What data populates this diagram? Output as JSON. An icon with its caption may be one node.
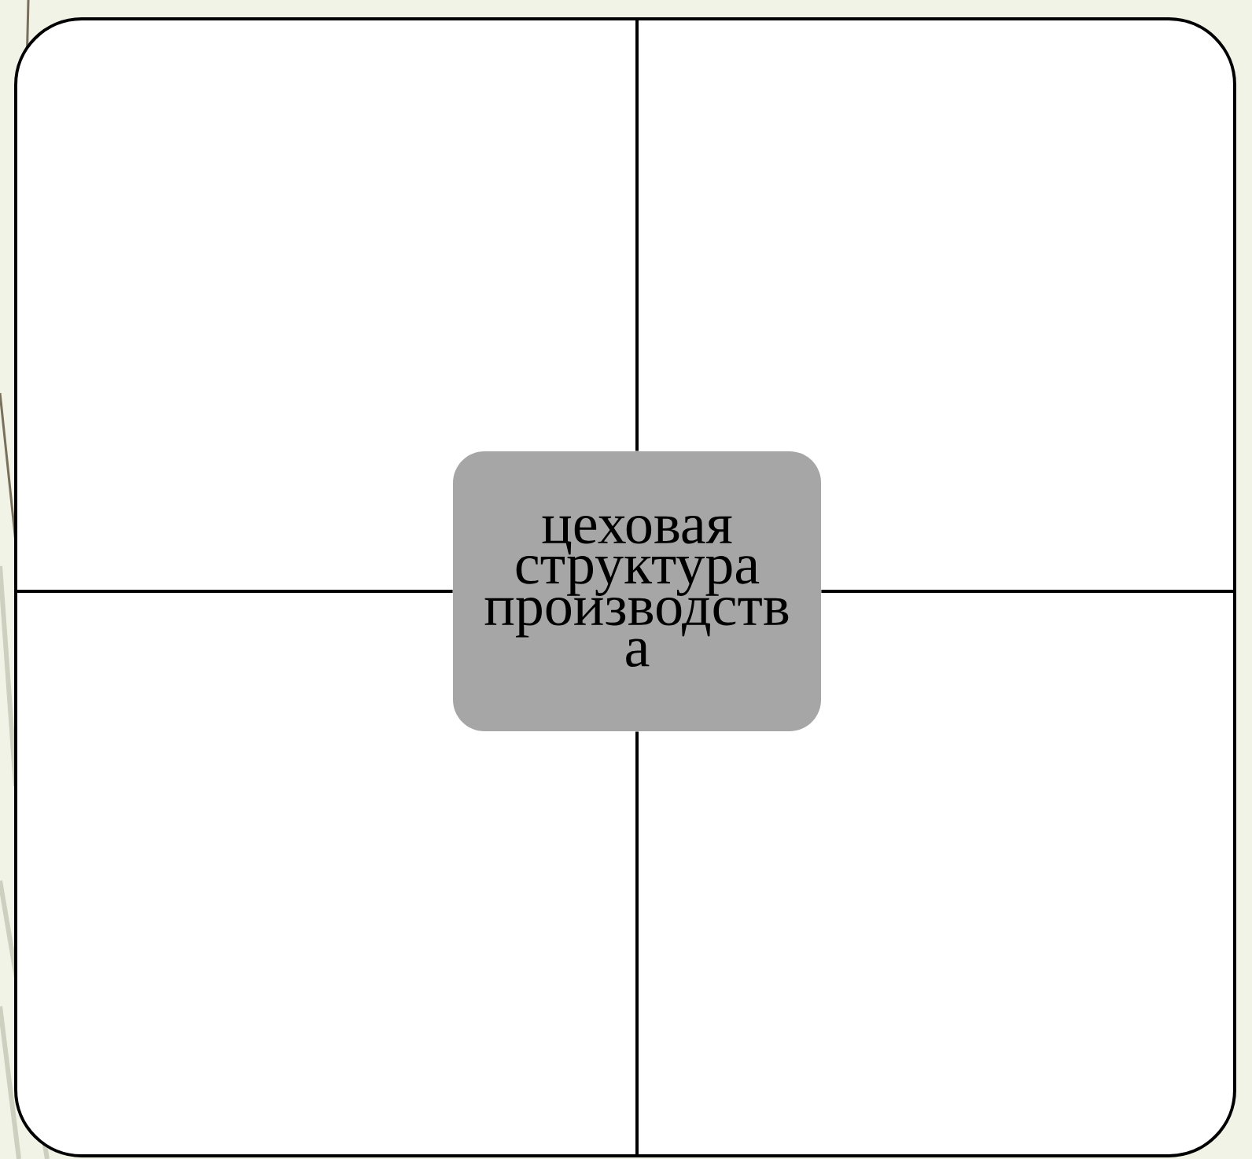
{
  "diagram": {
    "nodes": [
      {
        "text": [],
        "shape": "box"
      },
      {
        "text": [
          "цеховая структура производств а"
        ],
        "in": 0
      }
    ],
    "edges": [
      {
        "from": 1,
        "to": 0,
        "arrow": "none"
      },
      {
        "from": 1,
        "to": 0,
        "arrow": "none"
      },
      {
        "from": 1,
        "to": 0,
        "arrow": "none"
      },
      {
        "from": 1,
        "to": 0,
        "arrow": "none"
      }
    ]
  }
}
